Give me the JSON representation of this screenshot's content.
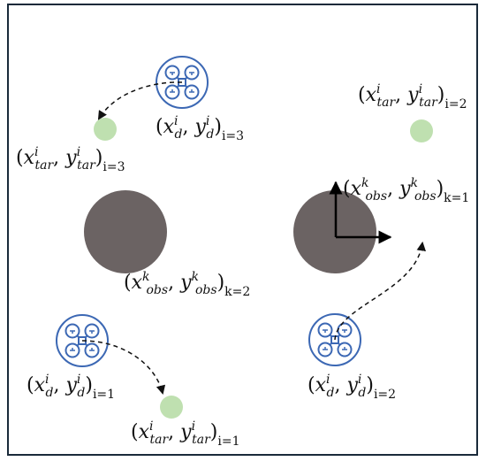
{
  "colors": {
    "frame": "#1a2a3a",
    "obstacle": "#6b6363",
    "target": "#bfe0b0",
    "drone": "#3c68b4",
    "arrow": "#111111",
    "text": "#111111"
  },
  "icons": {
    "drone": "quadcopter-icon",
    "obstacle": "obstacle-disc",
    "target": "target-point",
    "axes": "coordinate-axes-icon"
  },
  "labels": {
    "drone3": {
      "x": "x",
      "y": "y",
      "sup": "i",
      "sub": "d",
      "idx": "i=3"
    },
    "target3": {
      "x": "x",
      "y": "y",
      "sup": "i",
      "sub": "tar",
      "idx": "i=3"
    },
    "target2": {
      "x": "x",
      "y": "y",
      "sup": "i",
      "sub": "tar",
      "idx": "i=2"
    },
    "obs1": {
      "x": "x",
      "y": "y",
      "sup": "k",
      "sub": "obs",
      "idx": "k=1"
    },
    "obs2": {
      "x": "x",
      "y": "y",
      "sup": "k",
      "sub": "obs",
      "idx": "k=2"
    },
    "drone1": {
      "x": "x",
      "y": "y",
      "sup": "i",
      "sub": "d",
      "idx": "i=1"
    },
    "drone2": {
      "x": "x",
      "y": "y",
      "sup": "i",
      "sub": "d",
      "idx": "i=2"
    },
    "target1": {
      "x": "x",
      "y": "y",
      "sup": "i",
      "sub": "tar",
      "idx": "i=1"
    }
  }
}
